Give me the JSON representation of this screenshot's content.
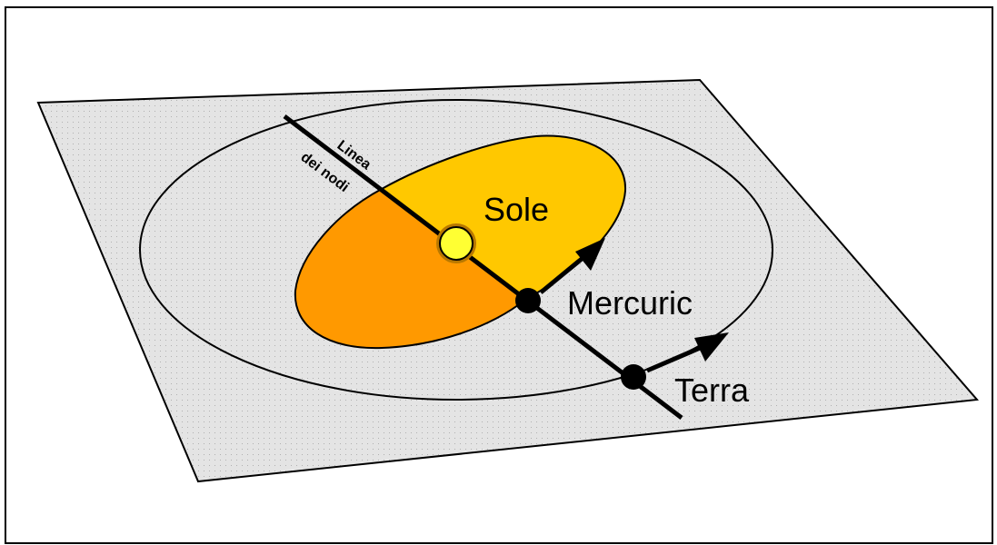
{
  "labels": {
    "sun": "Sole",
    "mercury": "Mercuric",
    "earth": "Terra",
    "node_line_1": "Linea",
    "node_line_2": "dei nodi"
  },
  "colors": {
    "plane_fill": "#e4e4e4",
    "plane_dots": "#b8b8b8",
    "mercury_orbit_upper": "#ffc800",
    "mercury_orbit_lower": "#ff9900",
    "sun_fill": "#ffff33",
    "sun_ring": "#b87800",
    "planet": "#000000",
    "line": "#000000"
  }
}
